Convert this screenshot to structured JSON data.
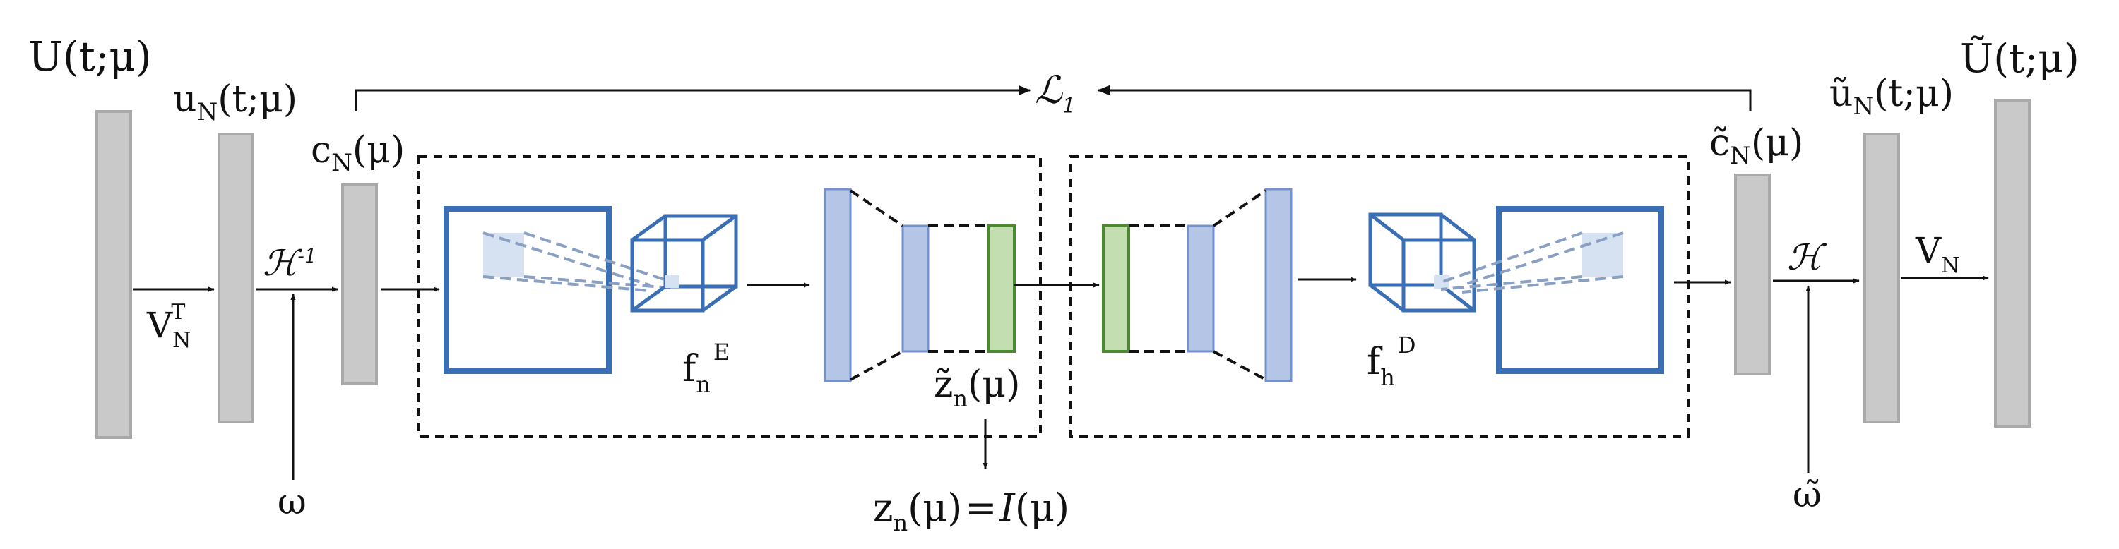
{
  "labels": {
    "U_input": {
      "base": "U",
      "args": "(t;μ)"
    },
    "u_N": {
      "base": "u",
      "sub": "N",
      "args": "(t;μ)"
    },
    "c_N": {
      "base": "c",
      "sub": "N",
      "args": "(μ)"
    },
    "V_N_T": {
      "base": "V",
      "sub": "N",
      "sup": "T"
    },
    "H_inverse": {
      "base": "ℋ",
      "sup": "-1"
    },
    "omega": "ω",
    "f_E": {
      "base": "f",
      "sub": "n",
      "sup": "E"
    },
    "z_tilde": {
      "base": "z̃",
      "sub": "n",
      "args": "(μ)"
    },
    "z_output": {
      "base": "z",
      "sub": "n",
      "args": "(μ)",
      "eq": "=",
      "rhs": "I",
      "rhs_args": "(μ)"
    },
    "L1": {
      "base": "ℒ",
      "sub": "1"
    },
    "f_D": {
      "base": "f",
      "sub": "h",
      "sup": "D"
    },
    "c_tilde": {
      "base": "c̃",
      "sub": "N",
      "args": "(μ)"
    },
    "H": {
      "base": "ℋ"
    },
    "omega_tilde": "ω̃",
    "u_tilde": {
      "base": "ũ",
      "sub": "N",
      "args": "(t;μ)"
    },
    "V_N": {
      "base": "V",
      "sub": "N"
    },
    "U_tilde": {
      "base": "Ũ",
      "args": "(t;μ)"
    }
  },
  "colors": {
    "vector_fill": "#c9c9c9",
    "vector_stroke": "#a9a9a9",
    "conv_stroke": "#3a6eb5",
    "layer_fill": "#b4c5e6",
    "layer_stroke": "#7392cf",
    "latent_fill": "#c3deb0",
    "latent_stroke": "#4c8a2f",
    "kernel_fill": "#d6e1f2",
    "line": "#111111"
  }
}
